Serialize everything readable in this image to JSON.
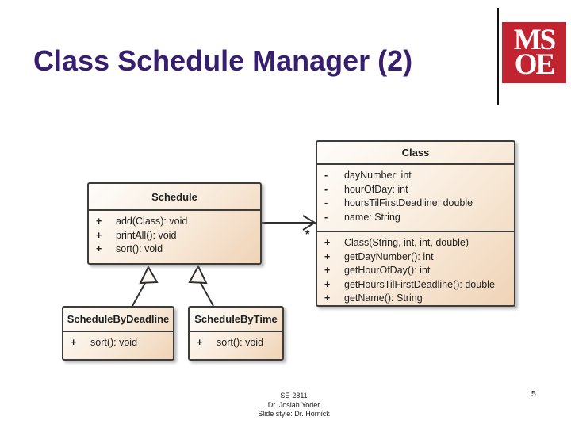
{
  "slide": {
    "title": "Class Schedule Manager (2)",
    "page_number": "5",
    "footer": {
      "lines": [
        "SE-2811",
        "Dr. Josiah Yoder",
        "Slide style: Dr. Hornick"
      ]
    },
    "logo": {
      "top": "MS",
      "bottom": "OE"
    },
    "colors": {
      "title": "#371E6E",
      "logo_red": "#C22330",
      "box_border": "#3C3C3A",
      "box_gradient_start": "#FEFDFB",
      "box_gradient_end": "#EFD3B6"
    }
  },
  "diagram": {
    "classes": [
      {
        "name": "Schedule",
        "attributes": [],
        "methods": [
          {
            "vis": "+",
            "sig": "add(Class): void"
          },
          {
            "vis": "+",
            "sig": "printAll(): void"
          },
          {
            "vis": "+",
            "sig": "sort(): void"
          }
        ]
      },
      {
        "name": "Class",
        "attributes": [
          {
            "vis": "-",
            "sig": "dayNumber: int"
          },
          {
            "vis": "-",
            "sig": "hourOfDay: int"
          },
          {
            "vis": "-",
            "sig": "hoursTilFirstDeadline: double"
          },
          {
            "vis": "-",
            "sig": "name: String"
          }
        ],
        "methods": [
          {
            "vis": "+",
            "sig": "Class(String, int, int, double)"
          },
          {
            "vis": "+",
            "sig": "getDayNumber(): int"
          },
          {
            "vis": "+",
            "sig": "getHourOfDay(): int"
          },
          {
            "vis": "+",
            "sig": "getHoursTilFirstDeadline(): double"
          },
          {
            "vis": "+",
            "sig": "getName(): String"
          }
        ]
      },
      {
        "name": "ScheduleByDeadline",
        "attributes": [],
        "methods": [
          {
            "vis": "+",
            "sig": "sort(): void"
          }
        ]
      },
      {
        "name": "ScheduleByTime",
        "attributes": [],
        "methods": [
          {
            "vis": "+",
            "sig": "sort(): void"
          }
        ]
      }
    ],
    "relations": [
      {
        "type": "association",
        "from": "Schedule",
        "to": "Class",
        "multiplicity": "*"
      },
      {
        "type": "generalization",
        "from": "ScheduleByDeadline",
        "to": "Schedule"
      },
      {
        "type": "generalization",
        "from": "ScheduleByTime",
        "to": "Schedule"
      }
    ]
  }
}
